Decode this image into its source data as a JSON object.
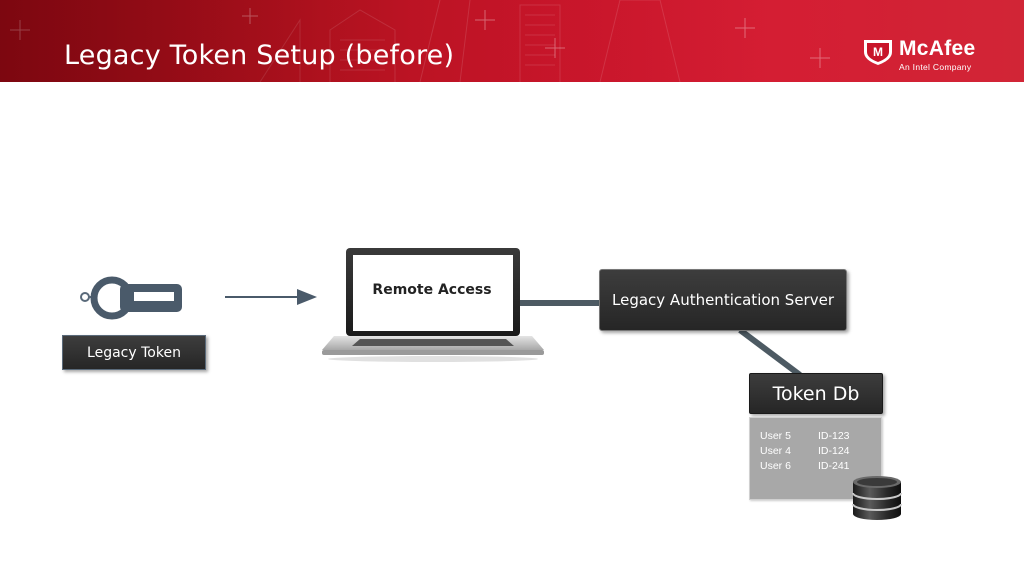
{
  "slide": {
    "title": "Legacy Token Setup (before)"
  },
  "brand": {
    "name": "McAfee",
    "tagline": "An Intel Company",
    "accent_color": "#c8152a"
  },
  "diagram": {
    "token_label": "Legacy Token",
    "laptop_screen_text": "Remote Access",
    "server_label": "Legacy Authentication Server",
    "database_label": "Token Db",
    "database_rows": [
      {
        "user": "User 5",
        "id": "ID-123"
      },
      {
        "user": "User 4",
        "id": "ID-124"
      },
      {
        "user": "User 6",
        "id": "ID-241"
      }
    ],
    "icons": [
      "token-key-fob-icon",
      "laptop-icon",
      "database-cylinder-icon"
    ]
  }
}
